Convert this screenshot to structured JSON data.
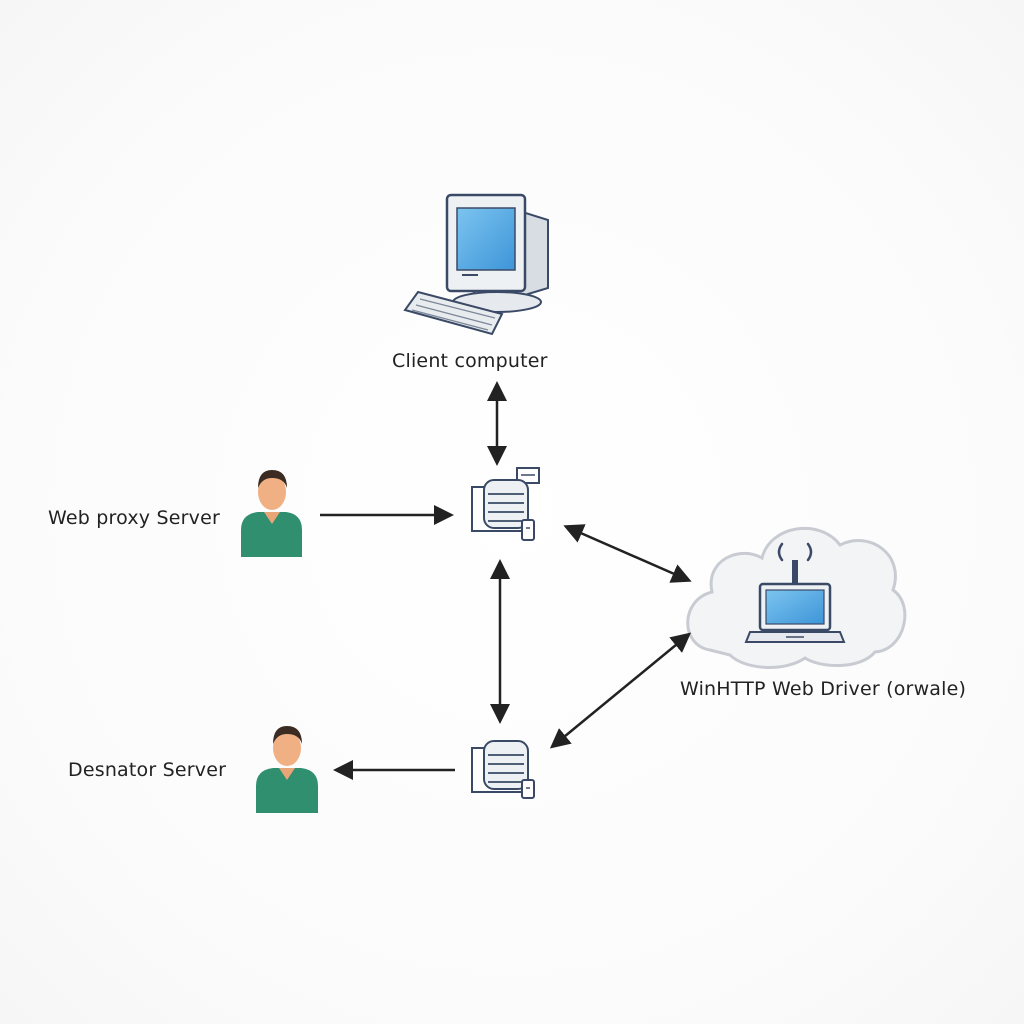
{
  "labels": {
    "client": "Client computer",
    "proxy": "Web proxy Server",
    "destination": "Desnator Server",
    "cloud": "WinHTTP Web Driver (orwale)"
  },
  "colors": {
    "stroke": "#3a4a66",
    "screen": "#5aaee8",
    "person_shirt": "#2f8f6f",
    "person_skin": "#f0b083",
    "arrow": "#222222",
    "cloud_stroke": "#c8ccd2"
  },
  "icons": {
    "client": "desktop-computer-icon",
    "server_top": "server-icon",
    "server_bottom": "server-icon",
    "proxy_user": "person-icon",
    "destination_user": "person-icon",
    "cloud": "cloud-icon",
    "laptop": "laptop-wifi-icon"
  }
}
